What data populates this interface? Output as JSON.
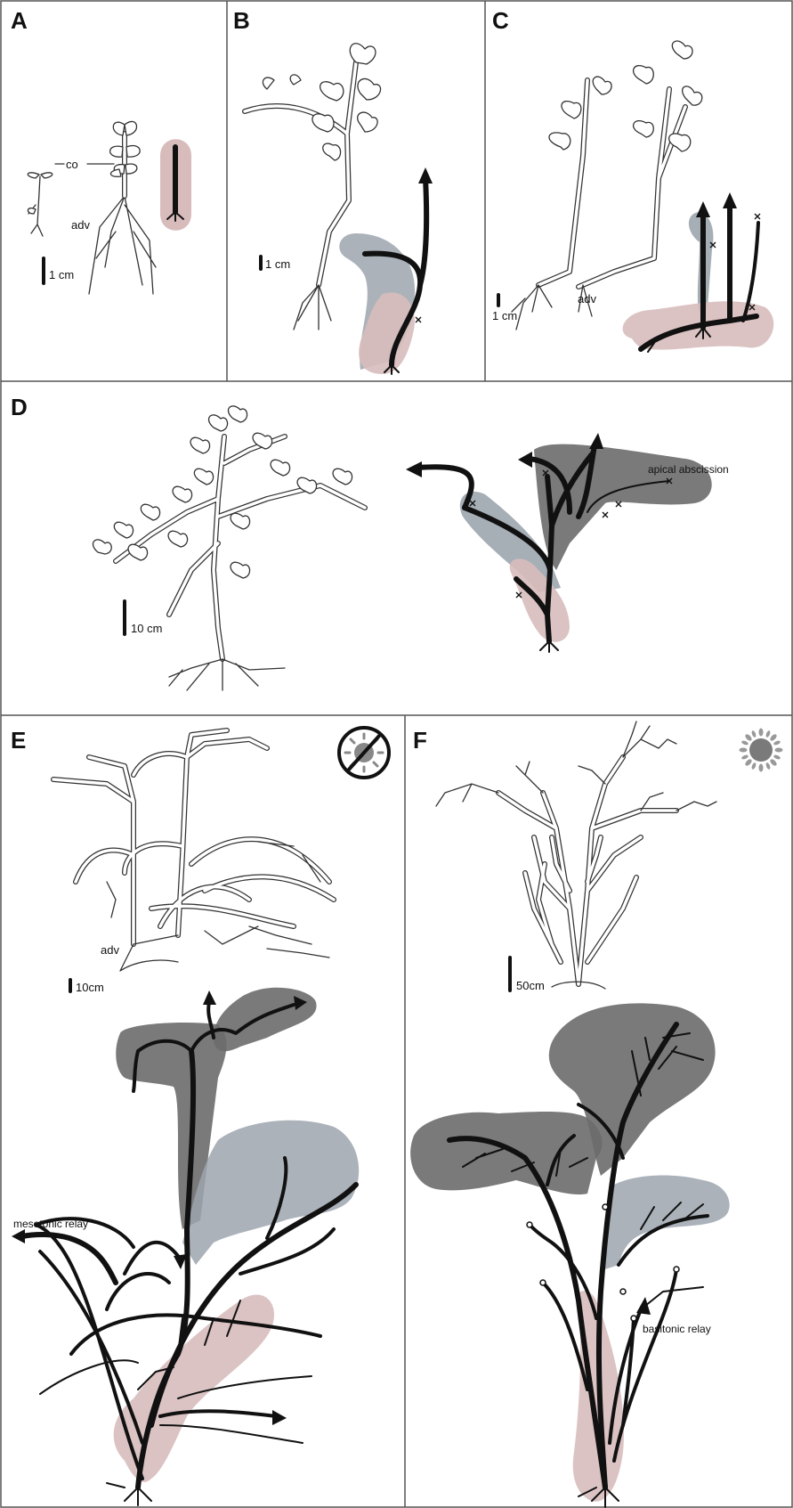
{
  "panels": {
    "A": {
      "letter": "A",
      "co": "co",
      "adv": "adv",
      "scale": "1 cm"
    },
    "B": {
      "letter": "B",
      "scale": "1 cm"
    },
    "C": {
      "letter": "C",
      "adv": "adv",
      "scale": "1 cm"
    },
    "D": {
      "letter": "D",
      "scale": "10 cm",
      "annotation": "apical abscission"
    },
    "E": {
      "letter": "E",
      "adv": "adv",
      "scale": "10cm",
      "annotation": "mesotonic relay"
    },
    "F": {
      "letter": "F",
      "scale": "50cm",
      "annotation": "basitonic relay"
    }
  },
  "icons": {
    "E": "shade-crossed-sun-icon",
    "F": "full-sun-icon"
  },
  "colors": {
    "pink": "#d8bcbc",
    "blue_gray": "#9ca5ae",
    "dark_gray": "#6c6c6c",
    "line": "#111111"
  }
}
